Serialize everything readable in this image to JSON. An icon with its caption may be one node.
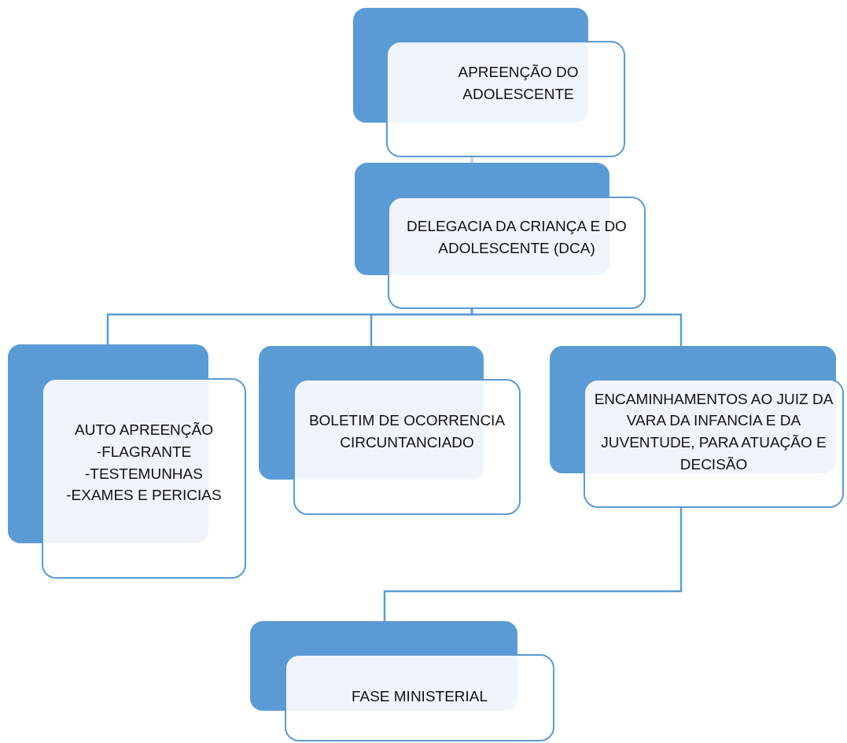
{
  "diagram": {
    "nodes": [
      {
        "text": [
          "APREENÇÃO DO ADOLESCENTE"
        ]
      },
      {
        "text": [
          "DELEGACIA DA CRIANÇA E DO ADOLESCENTE (DCA)"
        ]
      },
      {
        "text": [
          "AUTO APREENÇÃO",
          "-FLAGRANTE",
          "-TESTEMUNHAS",
          "-EXAMES E PERICIAS"
        ]
      },
      {
        "text": [
          "BOLETIM DE OCORRENCIA CIRCUNTANCIADO"
        ]
      },
      {
        "text": [
          "ENCAMINHAMENTOS AO JUIZ DA VARA DA INFANCIA E DA JUVENTUDE, PARA ATUAÇÃO E DECISÃO"
        ]
      },
      {
        "text": [
          "FASE MINISTERIAL"
        ]
      }
    ],
    "edges": [
      {
        "from": 0,
        "to": 1,
        "arrow": "none",
        "color": "#c8d6ea"
      },
      {
        "from": 1,
        "to": 2,
        "arrow": "none"
      },
      {
        "from": 1,
        "to": 3,
        "arrow": "none"
      },
      {
        "from": 1,
        "to": 4,
        "arrow": "none"
      },
      {
        "from": 4,
        "to": 5,
        "arrow": "none"
      }
    ]
  }
}
